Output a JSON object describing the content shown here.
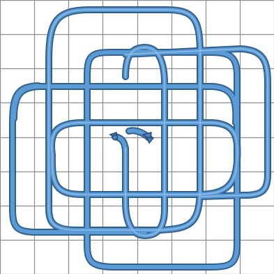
{
  "puzzle": {
    "grid": {
      "rows": 8,
      "cols": 8
    },
    "colors": {
      "background": "#ffffff",
      "grid": "#8c8c8c",
      "rope": "#5b9bd5",
      "rope_outline": "#2f5f8f",
      "rope_highlight": "#9cc6ec",
      "rope_end": "#4f86c1"
    },
    "rope": {
      "name": "tangled-rope",
      "end_icons": [
        "rope-end-hook-icon",
        "rope-end-frayed-icon"
      ]
    }
  }
}
